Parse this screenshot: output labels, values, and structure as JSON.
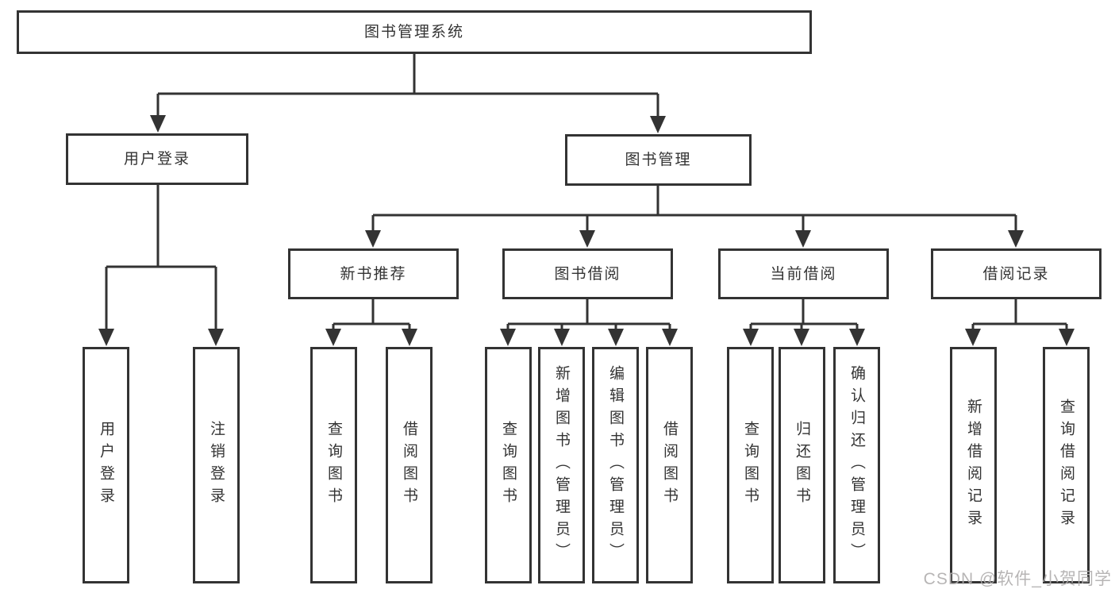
{
  "diagram_title": "图书管理系统",
  "tree": {
    "root": {
      "label": "图书管理系统",
      "children": [
        {
          "label": "用户登录",
          "children": [
            {
              "label": "用户登录"
            },
            {
              "label": "注销登录"
            }
          ]
        },
        {
          "label": "图书管理",
          "children": [
            {
              "label": "新书推荐",
              "children": [
                {
                  "label": "查询图书"
                },
                {
                  "label": "借阅图书"
                }
              ]
            },
            {
              "label": "图书借阅",
              "children": [
                {
                  "label": "查询图书"
                },
                {
                  "label": "新增图书（管理员）"
                },
                {
                  "label": "编辑图书（管理员）"
                },
                {
                  "label": "借阅图书"
                }
              ]
            },
            {
              "label": "当前借阅",
              "children": [
                {
                  "label": "查询图书"
                },
                {
                  "label": "归还图书"
                },
                {
                  "label": "确认归还（管理员）"
                }
              ]
            },
            {
              "label": "借阅记录",
              "children": [
                {
                  "label": "新增借阅记录"
                },
                {
                  "label": "查询借阅记录"
                }
              ]
            }
          ]
        }
      ]
    }
  },
  "watermark": {
    "text": "CSDN @软件_小贺同学"
  },
  "colors": {
    "line": "#333333",
    "box_border": "#333333",
    "text": "#333333",
    "watermark": "#afadad",
    "background": "#ffffff"
  }
}
